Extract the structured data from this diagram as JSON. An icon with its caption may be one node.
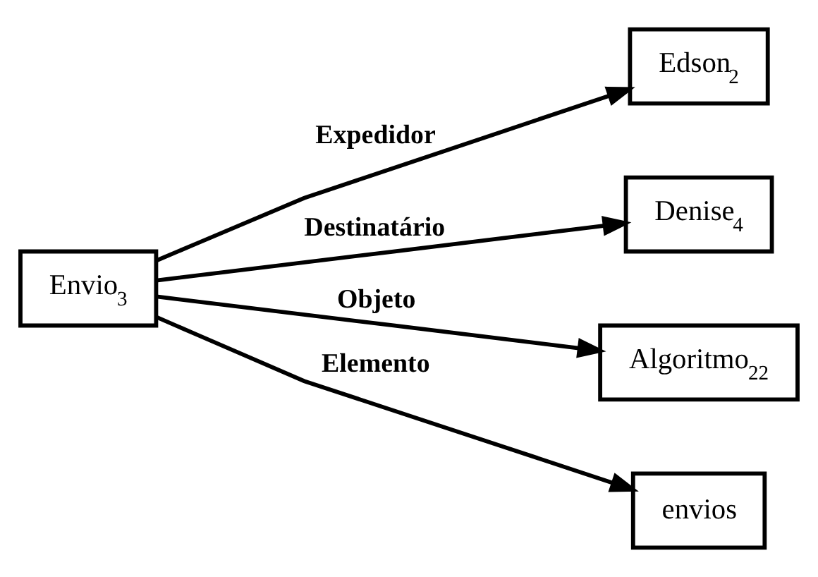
{
  "diagram": {
    "nodes": [
      {
        "text": [
          "Envio$_{3}$"
        ]
      },
      {
        "text": [
          "Edson$_{2}$"
        ]
      },
      {
        "text": [
          "Denise$_{4}$"
        ]
      },
      {
        "text": [
          "Algoritmo$_{22}$"
        ]
      },
      {
        "text": [
          "envios"
        ]
      }
    ],
    "edges": [
      {
        "from": 0,
        "to": 1,
        "arrow": "to",
        "label": "Expedidor"
      },
      {
        "from": 0,
        "to": 2,
        "arrow": "to",
        "label": "Destinatário"
      },
      {
        "from": 0,
        "to": 3,
        "arrow": "to",
        "label": "Objeto"
      },
      {
        "from": 0,
        "to": 4,
        "arrow": "to",
        "label": "Elemento"
      }
    ]
  }
}
